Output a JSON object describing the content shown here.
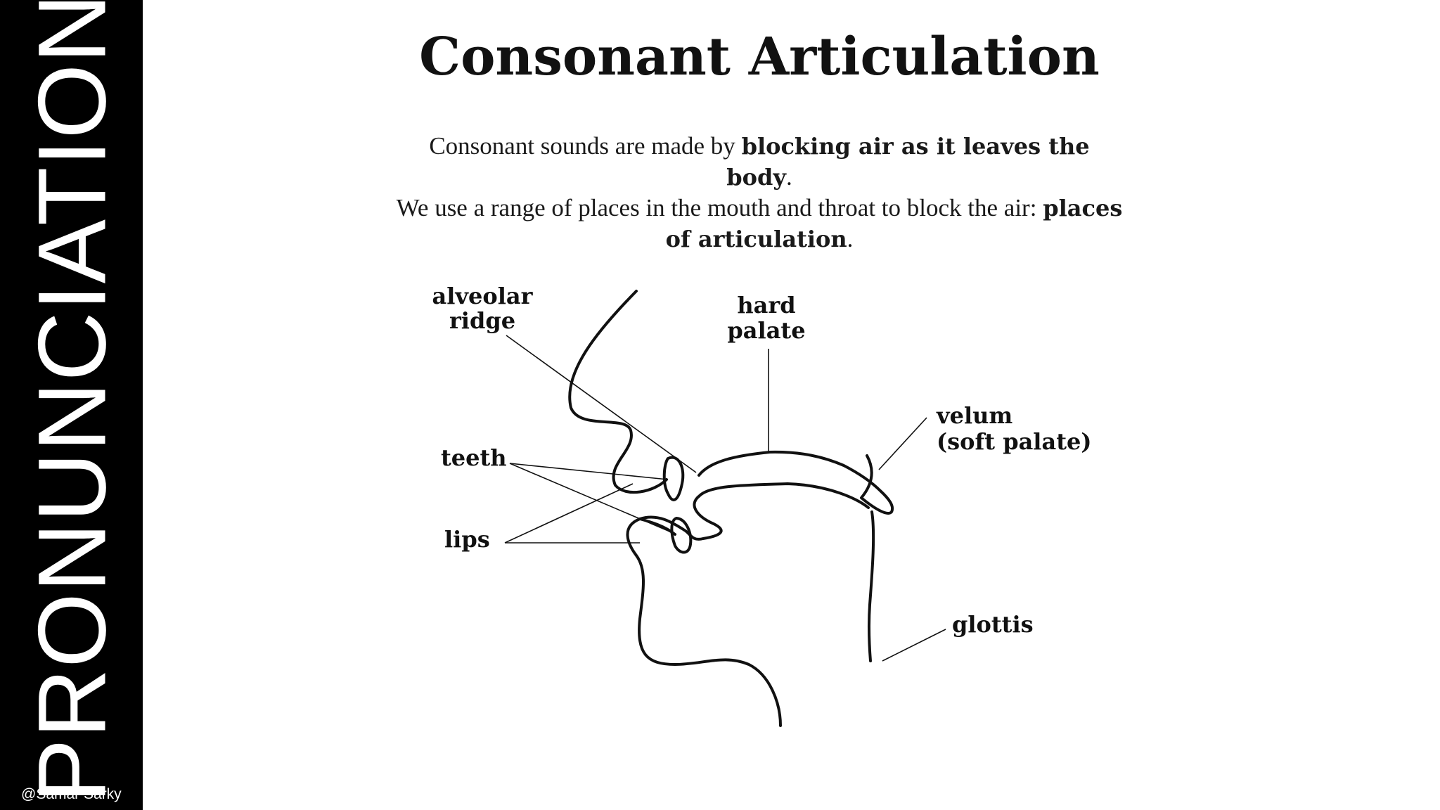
{
  "sidebar": {
    "title": "PRONUNCIATION",
    "credit": "@Samar Sarky"
  },
  "slide": {
    "title": "Consonant Articulation",
    "intro": {
      "p1_a": "Consonant sounds are made by ",
      "p1_b": "blocking air as it leaves the body",
      "p1_c": ".",
      "p2_a": "We use a range of places in the mouth and throat to block the air: ",
      "p2_b": "places of articulation",
      "p2_c": "."
    }
  },
  "diagram": {
    "labels": {
      "alveolar_ridge": [
        "alveolar",
        "ridge"
      ],
      "hard_palate": [
        "hard",
        "palate"
      ],
      "velum": [
        "velum",
        "(soft palate)"
      ],
      "teeth": "teeth",
      "lips": "lips",
      "glottis": "glottis"
    }
  },
  "colors": {
    "sidebar_bg": "#000000",
    "sidebar_text": "#ffffff",
    "ink": "#111111"
  }
}
